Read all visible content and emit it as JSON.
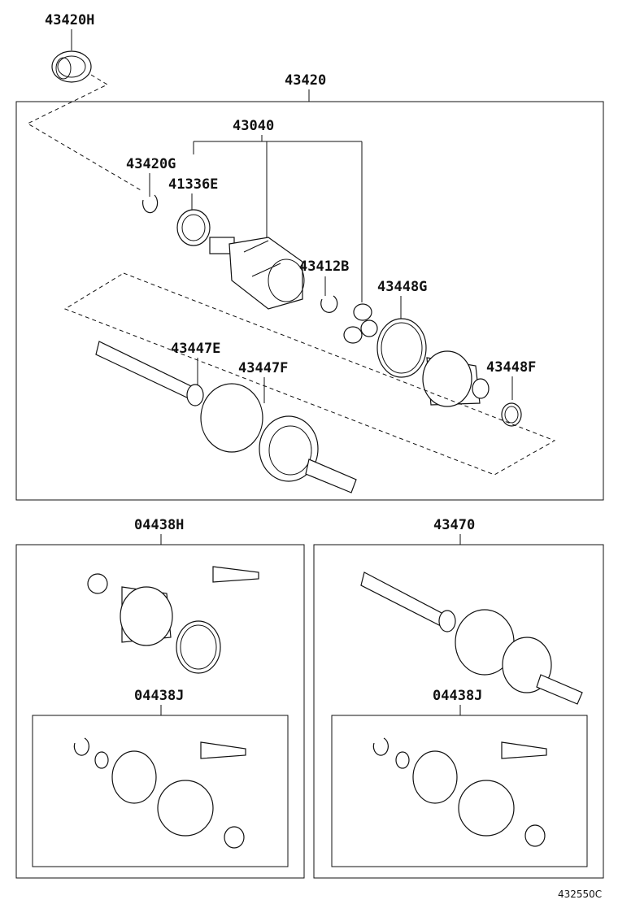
{
  "labels": {
    "bearing": "43420H",
    "shaft_assy": "43420",
    "inner_joint": "43040",
    "snap_ring_g": "43420G",
    "seal_e": "41336E",
    "snap_ring_b": "43412B",
    "band_g": "43448G",
    "band_e": "43447E",
    "band_f": "43447F",
    "band_f2": "43448F",
    "boot_kit_h": "04438H",
    "shaft_assy_2": "43470",
    "boot_kit_j_left": "04438J",
    "boot_kit_j_right": "04438J"
  },
  "reference_code": "432550C"
}
